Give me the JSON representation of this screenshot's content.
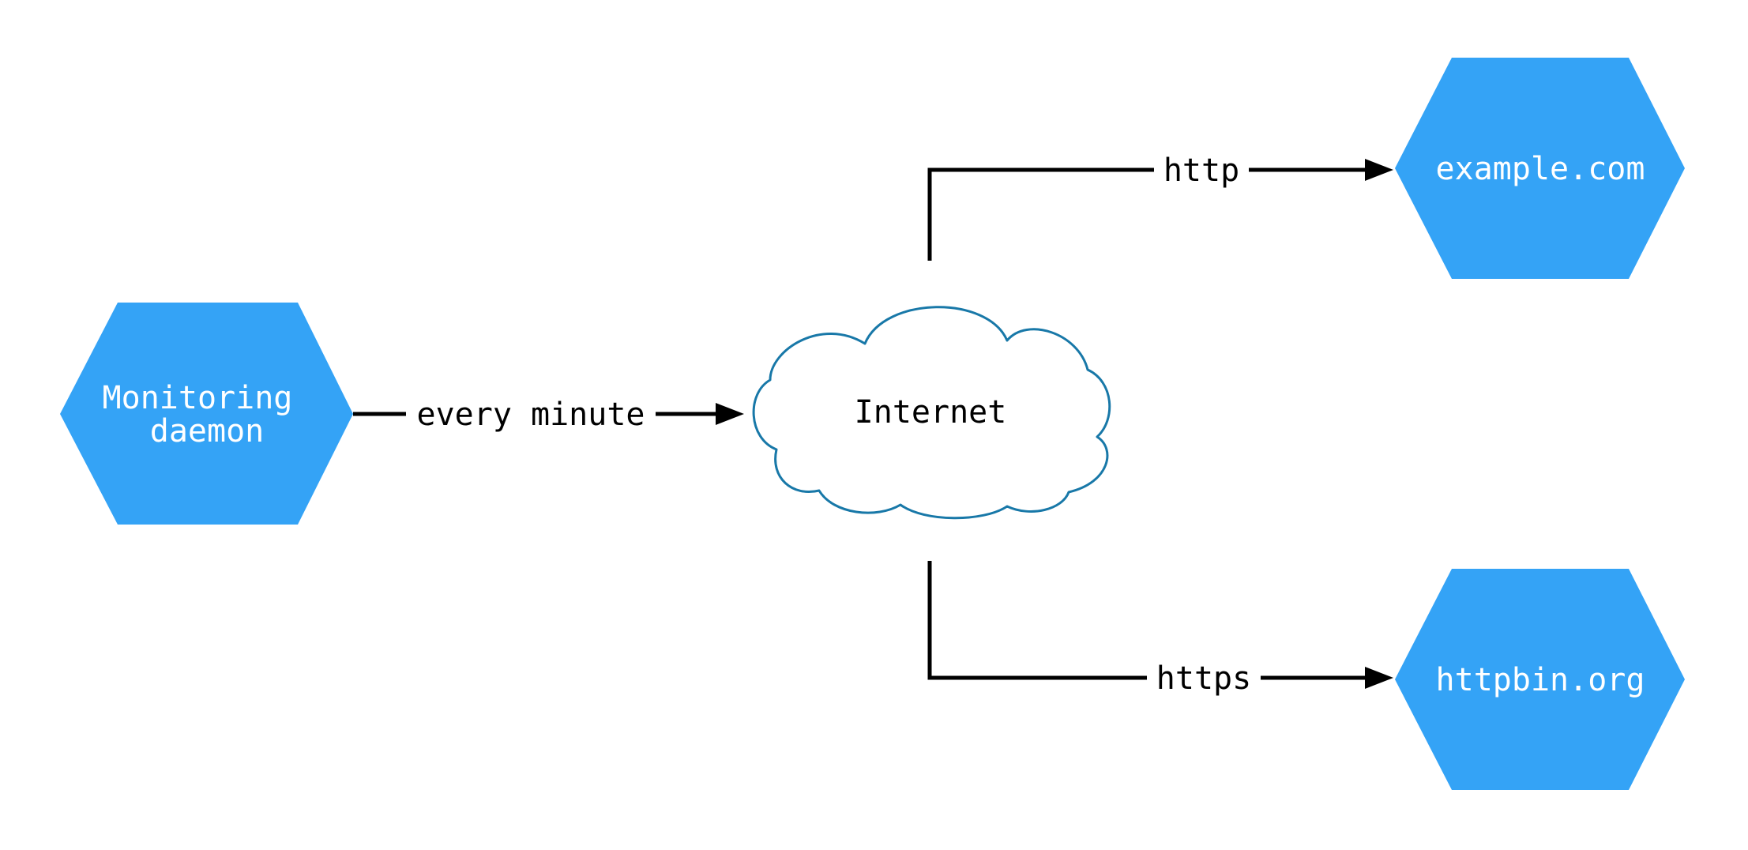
{
  "diagram": {
    "background": "#ffffff",
    "colors": {
      "node_fill": "#34a3f6",
      "node_text": "#ffffff",
      "cloud_fill": "#ffffff",
      "cloud_stroke": "#1878a8",
      "edge": "#000000",
      "edge_label_text": "#000000"
    },
    "nodes": {
      "monitoring_daemon": {
        "shape": "hexagon",
        "label_line1": "Monitoring",
        "label_line2": "daemon"
      },
      "internet": {
        "shape": "cloud",
        "label": "Internet"
      },
      "example_com": {
        "shape": "hexagon",
        "label": "example.com"
      },
      "httpbin_org": {
        "shape": "hexagon",
        "label": "httpbin.org"
      }
    },
    "edges": {
      "every_minute": {
        "from": "monitoring_daemon",
        "to": "internet",
        "label": "every minute"
      },
      "http": {
        "from": "internet",
        "to": "example_com",
        "label": "http"
      },
      "https": {
        "from": "internet",
        "to": "httpbin_org",
        "label": "https"
      }
    }
  }
}
